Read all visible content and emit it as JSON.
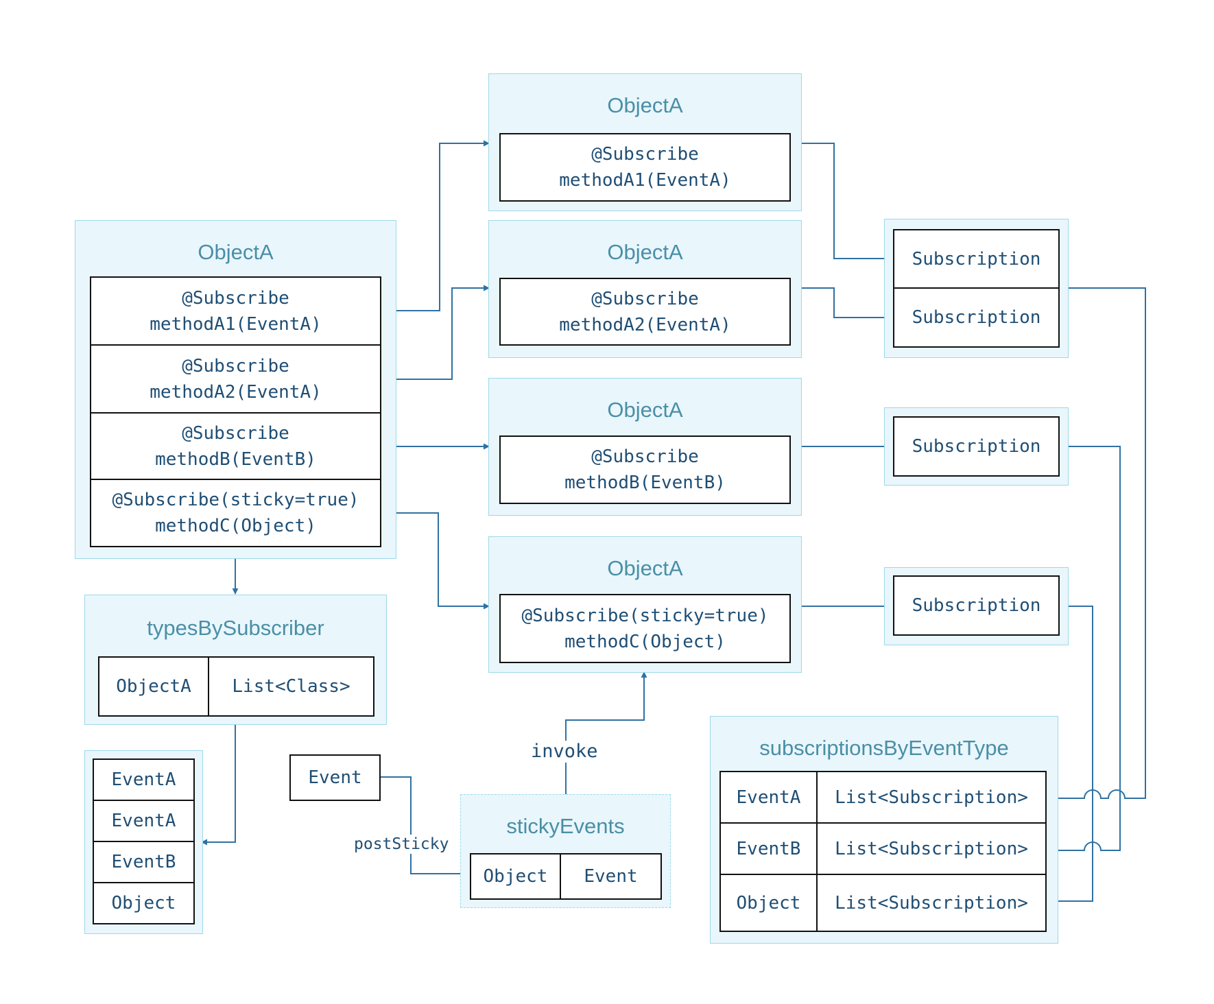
{
  "subscriber": {
    "title": "ObjectA",
    "methods": [
      {
        "annotation": "@Subscribe",
        "signature": "methodA1(EventA)"
      },
      {
        "annotation": "@Subscribe",
        "signature": "methodA2(EventA)"
      },
      {
        "annotation": "@Subscribe",
        "signature": "methodB(EventB)"
      },
      {
        "annotation": "@Subscribe(sticky=true)",
        "signature": "methodC(Object)"
      }
    ]
  },
  "subscriber_methods": [
    {
      "title": "ObjectA",
      "annotation": "@Subscribe",
      "signature": "methodA1(EventA)"
    },
    {
      "title": "ObjectA",
      "annotation": "@Subscribe",
      "signature": "methodA2(EventA)"
    },
    {
      "title": "ObjectA",
      "annotation": "@Subscribe",
      "signature": "methodB(EventB)"
    },
    {
      "title": "ObjectA",
      "annotation": "@Subscribe(sticky=true)",
      "signature": "methodC(Object)"
    }
  ],
  "subscriptions": {
    "group_a": [
      "Subscription",
      "Subscription"
    ],
    "group_b": [
      "Subscription"
    ],
    "group_c": [
      "Subscription"
    ]
  },
  "types_by_subscriber": {
    "title": "typesBySubscriber",
    "key": "ObjectA",
    "value": "List<Class>"
  },
  "event_types": [
    "EventA",
    "EventA",
    "EventB",
    "Object"
  ],
  "event_source": "Event",
  "labels": {
    "post_sticky": "postSticky",
    "invoke": "invoke"
  },
  "sticky_events": {
    "title": "stickyEvents",
    "key": "Object",
    "value": "Event"
  },
  "subscriptions_by_event_type": {
    "title": "subscriptionsByEventType",
    "rows": [
      {
        "key": "EventA",
        "value": "List<Subscription>"
      },
      {
        "key": "EventB",
        "value": "List<Subscription>"
      },
      {
        "key": "Object",
        "value": "List<Subscription>"
      }
    ]
  },
  "colors": {
    "panel_fill": "#e9f6fc",
    "panel_border": "#9cd9e9",
    "title_text": "#4a8fa6",
    "cell_text": "#1f4e74",
    "connector": "#2f71a2"
  }
}
